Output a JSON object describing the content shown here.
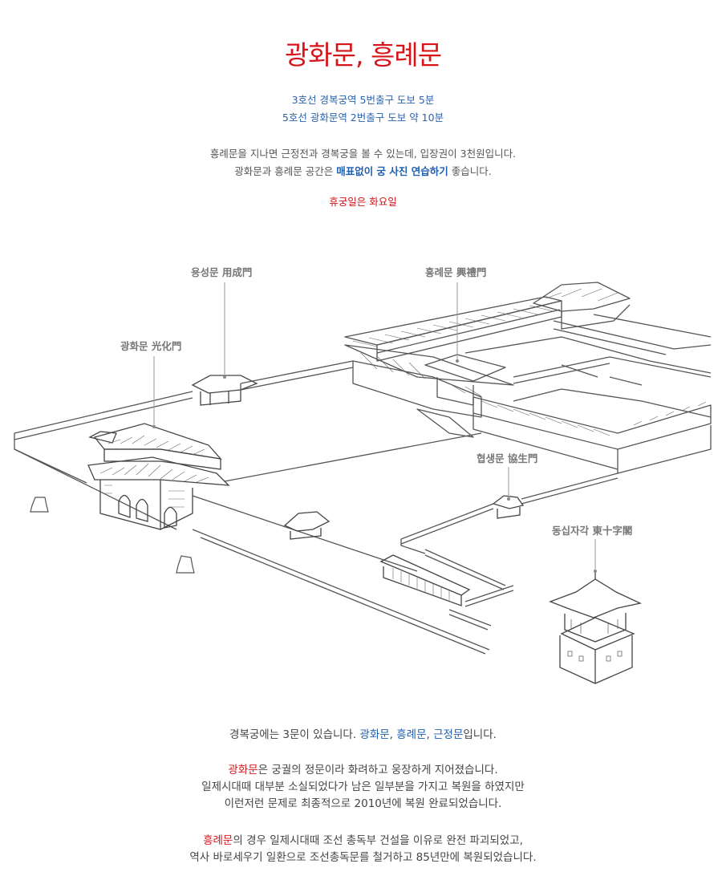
{
  "header": {
    "title": "광화문, 흥례문",
    "subway_lines": [
      "3호선 경복궁역 5번출구 도보 5분",
      "5호선 광화문역 2번출구 도보 약 10분"
    ],
    "info_line1": "흥례문을 지나면 근정전과 경복궁을 볼 수 있는데, 입장권이 3천원입니다.",
    "info_line2_pre": "광화문과 흥례문 공간은 ",
    "info_line2_bold": "매표없이 궁 사진 연습하기",
    "info_line2_post": " 좋습니다.",
    "closed_day": "휴궁일은 화요일"
  },
  "diagram": {
    "labels": {
      "yongseongmun": "용성문 用成門",
      "heungnyemun": "흥례문 興禮門",
      "gwanghwamun": "광화문 光化門",
      "hyeopsaengmun": "협생문 協生門",
      "dongsipjagak": "동십자각 東十字閣"
    },
    "colors": {
      "line": "#555555",
      "label": "#777777",
      "leader": "#999999"
    }
  },
  "body": {
    "p1_pre": "경복궁에는 3문이 있습니다. ",
    "p1_gates": [
      "광화문",
      "흥례문",
      "근정문"
    ],
    "p1_sep": ", ",
    "p1_post": "입니다.",
    "p2_name": "광화문",
    "p2_line1_rest": "은 궁궐의 정문이라 화려하고 웅장하게 지어졌습니다.",
    "p2_line2": "일제시대때 대부분 소실되었다가  남은 일부분을 가지고 복원을 하였지만",
    "p2_line3": "이런저런 문제로 최종적으로 2010년에 복원 완료되었습니다.",
    "p3_name": "흥례문",
    "p3_line1_rest": "의 경우 일제시대때 조선 총독부 건설을 이유로 완전 파괴되었고,",
    "p3_line2": "역사 바로세우기 일환으로 조선총독문를 철거하고 85년만에 복원되었습니다."
  },
  "colors": {
    "accent_red": "#d7141a",
    "accent_blue": "#1f5fb0"
  }
}
